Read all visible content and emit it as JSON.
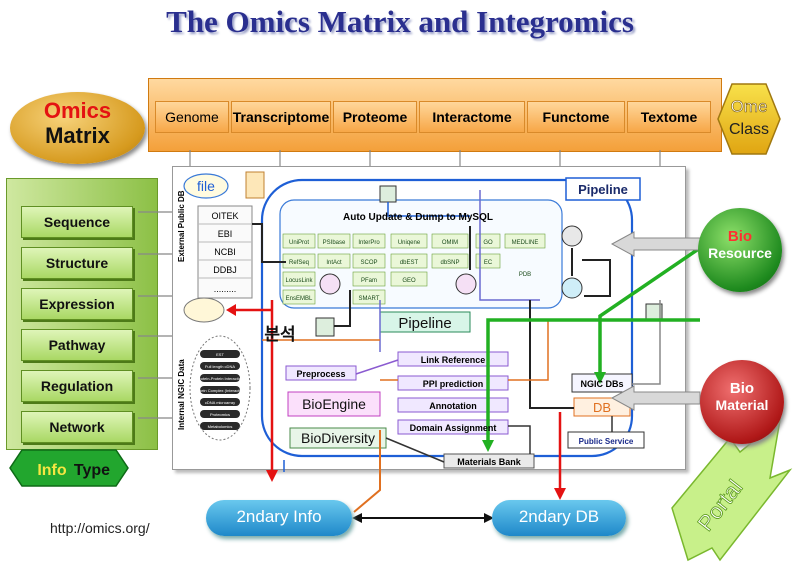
{
  "title": "The Omics Matrix and Integromics",
  "omics_matrix": {
    "line1": "Omics",
    "line2": "Matrix"
  },
  "ome_bar": {
    "items": [
      "Genome",
      "Transcriptome",
      "Proteome",
      "Interactome",
      "Functome",
      "Textome"
    ],
    "class_line1": "Ome",
    "class_line2": "Class"
  },
  "info_types": [
    "Sequence",
    "Structure",
    "Expression",
    "Pathway",
    "Regulation",
    "Network"
  ],
  "info_type_label": {
    "part1": "Info",
    "part2": "Type"
  },
  "url": "http://omics.org/",
  "diagram": {
    "file_label": "file",
    "external_db_label": "External Public DB",
    "internal_db_label": "Internal NGIC Data",
    "public_dbs": [
      "OITEK",
      "EBI",
      "NCBI",
      "DDBJ",
      "........."
    ],
    "auto_update": "Auto Update & Dump to MySQL",
    "db_grid": [
      "UniProt",
      "PSIbase",
      "InterPro",
      "Uniqene",
      "OMIM",
      "GO",
      "MEDLINE",
      "RefSeq",
      "",
      "IntAct",
      "SCOP",
      "dbEST",
      "dbSNP",
      "EC",
      "LocusLink",
      "",
      "",
      "PFam",
      "GEO",
      "",
      "PDB",
      "EnsEMBL",
      "",
      "",
      "SMART",
      "",
      "",
      ""
    ],
    "pipeline_top": "Pipeline",
    "pipeline_mid": "Pipeline",
    "analysis_korean": "분석",
    "preprocess": "Preprocess",
    "link_reference": "Link Reference",
    "ppi_prediction": "PPI prediction",
    "annotation": "Annotation",
    "domain_assignment": "Domain Assignment",
    "bioengine": "BioEngine",
    "biodiversity": "BioDiversity",
    "materials_bank": "Materials Bank",
    "ngic_dbs": "NGIC DBs",
    "db": "DB",
    "public_service": "Public Service",
    "internal_items": [
      "EST",
      "Full length cDNA",
      "Protein-Protein Interaction",
      "Protein Complex (Interaction)",
      "cDNA microarray",
      "Proteomics",
      "Metabolomics"
    ]
  },
  "bio_resource": {
    "line1": "Bio",
    "line2": "Resource"
  },
  "bio_material": {
    "line1": "Bio",
    "line2": "Material"
  },
  "secondary_info": "2ndary Info",
  "secondary_db": "2ndary DB",
  "portal": "Portal",
  "colors": {
    "title": "#2a2f8f",
    "accent_red": "#e41212",
    "green": "#22b022",
    "blue": "#1e5fd6"
  }
}
